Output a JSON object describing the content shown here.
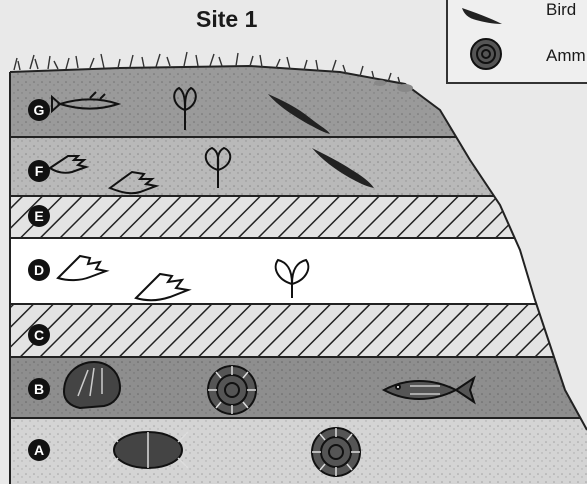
{
  "title": "Site 1",
  "legend": {
    "items": [
      {
        "label": "Bird",
        "icon": "bird-fossil-icon"
      },
      {
        "label": "Amm",
        "icon": "ammonite-fossil-icon"
      }
    ]
  },
  "layers": [
    {
      "letter": "G",
      "pattern": "dark-speckled",
      "fossils": [
        "fish-fossil-icon",
        "leaf-fossil-icon",
        "bird-fossil-icon"
      ]
    },
    {
      "letter": "F",
      "pattern": "gray-speckled",
      "fossils": [
        "footprint-fossil-icon",
        "footprint-fossil-icon",
        "leaf-fossil-icon",
        "bird-fossil-icon"
      ]
    },
    {
      "letter": "E",
      "pattern": "hatched",
      "fossils": []
    },
    {
      "letter": "D",
      "pattern": "white",
      "fossils": [
        "footprint-fossil-icon",
        "footprint-fossil-icon",
        "leaf-fossil-icon"
      ]
    },
    {
      "letter": "C",
      "pattern": "hatched",
      "fossils": []
    },
    {
      "letter": "B",
      "pattern": "dark-speckled",
      "fossils": [
        "shell-fossil-icon",
        "ammonite-fossil-icon",
        "fish-fossil-icon"
      ]
    },
    {
      "letter": "A",
      "pattern": "light-speckled",
      "fossils": [
        "trilobite-fossil-icon",
        "ammonite-fossil-icon"
      ]
    }
  ]
}
